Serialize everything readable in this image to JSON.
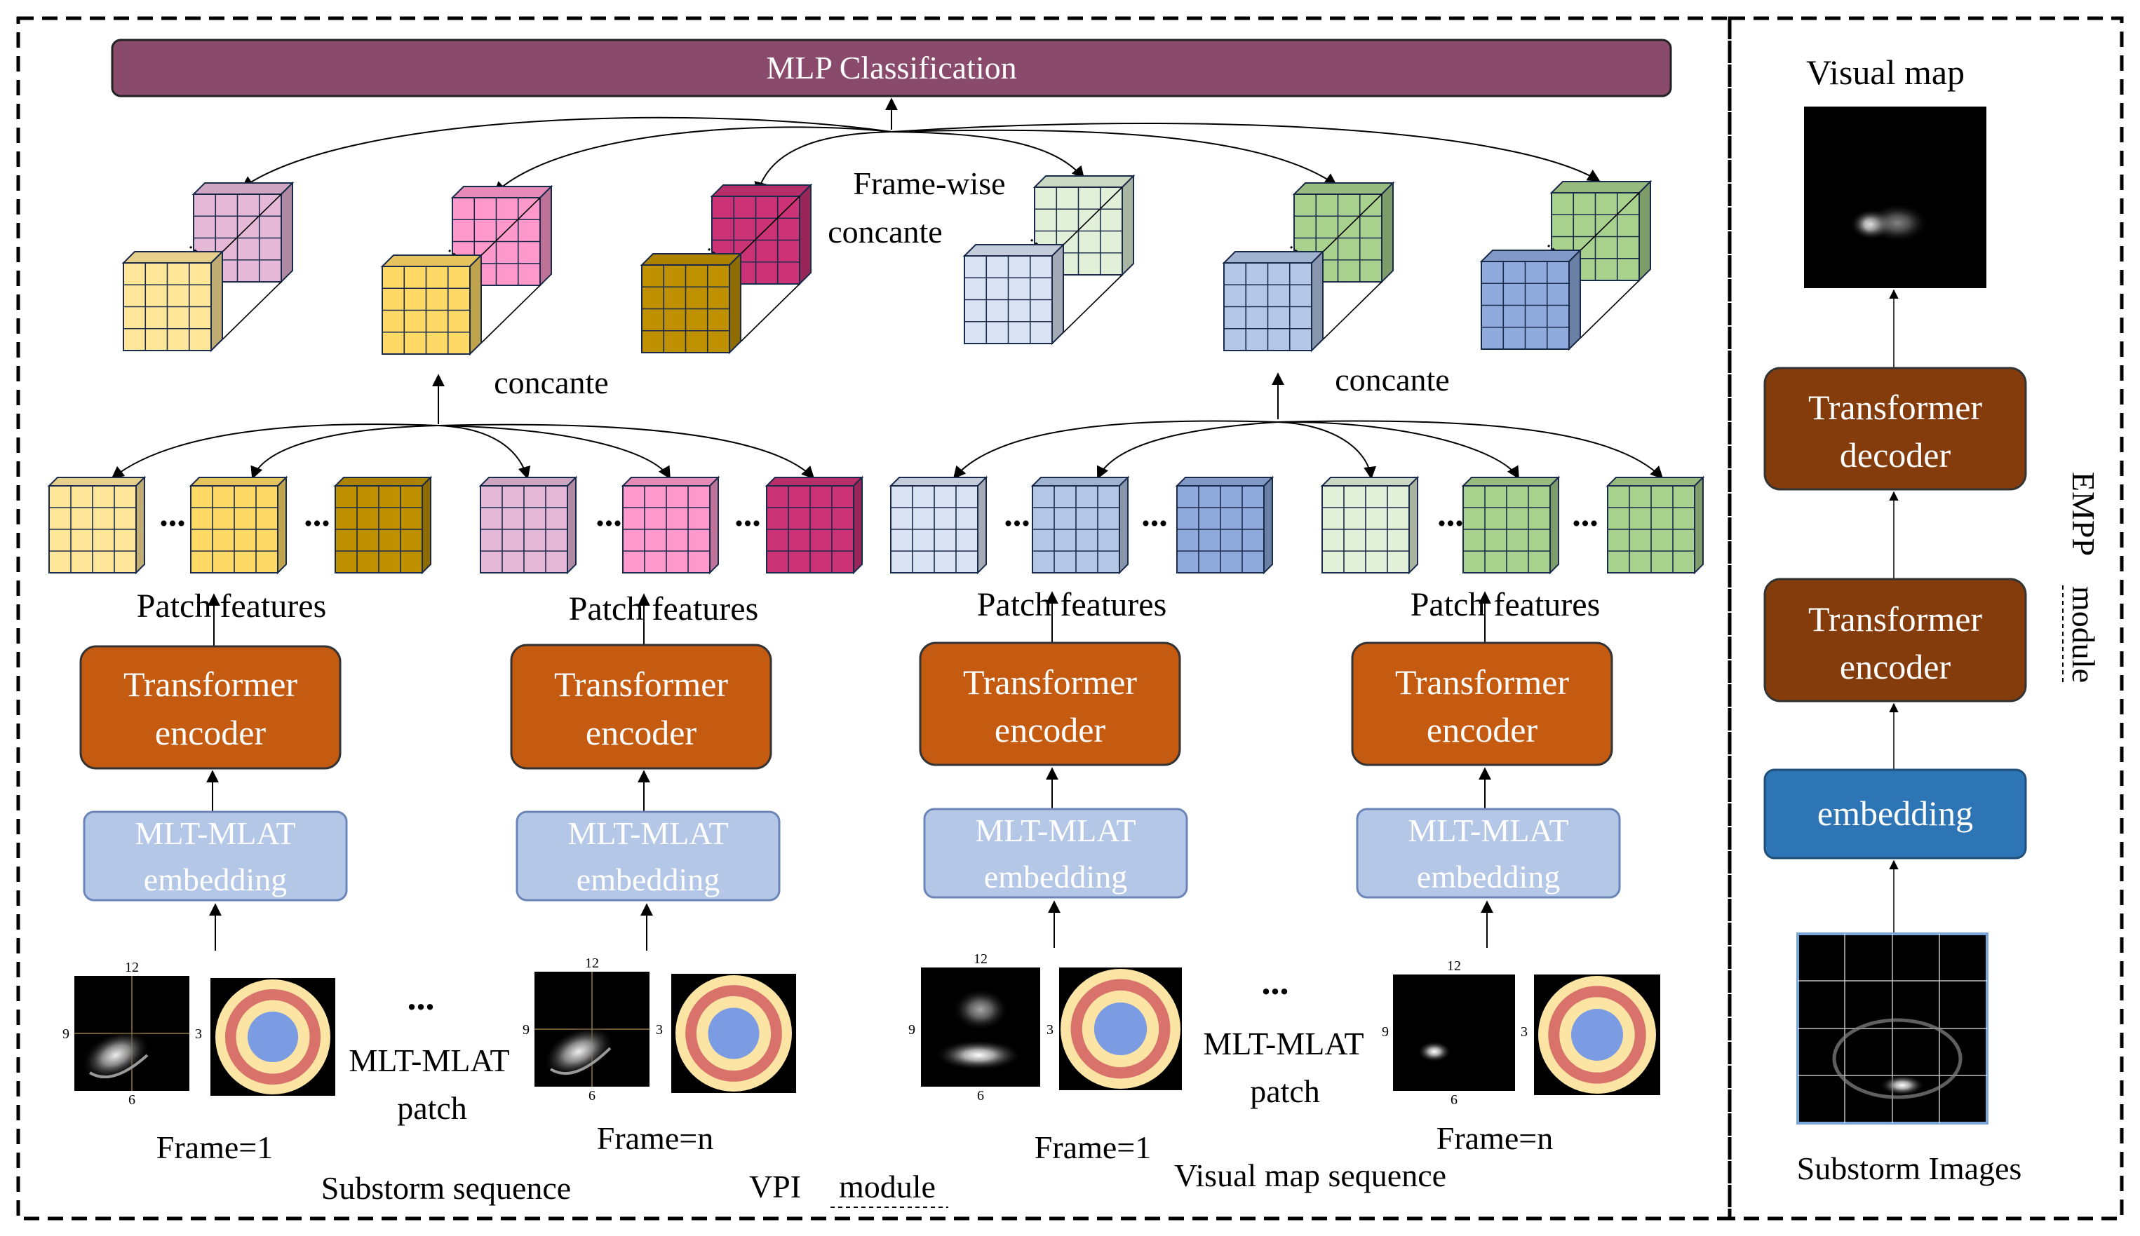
{
  "top": {
    "mlp_label": "MLP Classification",
    "framewise_line1": "Frame-wise",
    "framewise_line2": "concante"
  },
  "concat_label": "concante",
  "patch_features_label": "Patch features",
  "encoder": {
    "line1": "Transformer",
    "line2": "encoder"
  },
  "embedding": {
    "line1": "MLT-MLAT",
    "line2": "embedding"
  },
  "mlt_patch": {
    "line1": "MLT-MLAT",
    "line2": "patch"
  },
  "ellipsis": "...",
  "clock": {
    "n12": "12",
    "n3": "3",
    "n6": "6",
    "n9": "9"
  },
  "frames": {
    "first": "Frame=1",
    "last": "Frame=n"
  },
  "sequences": {
    "substorm": "Substorm sequence",
    "visual": "Visual map sequence"
  },
  "vpi": {
    "prefix": "VPI",
    "module": "module"
  },
  "empp": {
    "visual_map": "Visual map",
    "decoder_line1": "Transformer",
    "decoder_line2": "decoder",
    "encoder_line1": "Transformer",
    "encoder_line2": "encoder",
    "embedding": "embedding",
    "images": "Substorm Images",
    "module_prefix": "EMPP",
    "module": "module"
  },
  "colors": {
    "mlp": "#8a4a6b",
    "encoder": "#c55a11",
    "embedding": "#b4c7e7",
    "embedding_text": "#ffffff",
    "empp_box": "#843c0c",
    "empp_embedding": "#2e75b6",
    "yellow_light": "#ffe699",
    "yellow_mid": "#ffd966",
    "yellow_dark": "#bf9000",
    "pink_light": "#e6b8d7",
    "pink_mid": "#ff99cc",
    "pink_dark": "#cc3377",
    "blue_light": "#dae3f3",
    "blue_mid": "#b4c7e7",
    "blue_dark": "#8faadc",
    "green_light": "#e2f0d9",
    "green_mid": "#a9d18e",
    "ring_red": "#d9726b",
    "ring_cream": "#fbe4a4",
    "ring_blue": "#7b9be3"
  }
}
